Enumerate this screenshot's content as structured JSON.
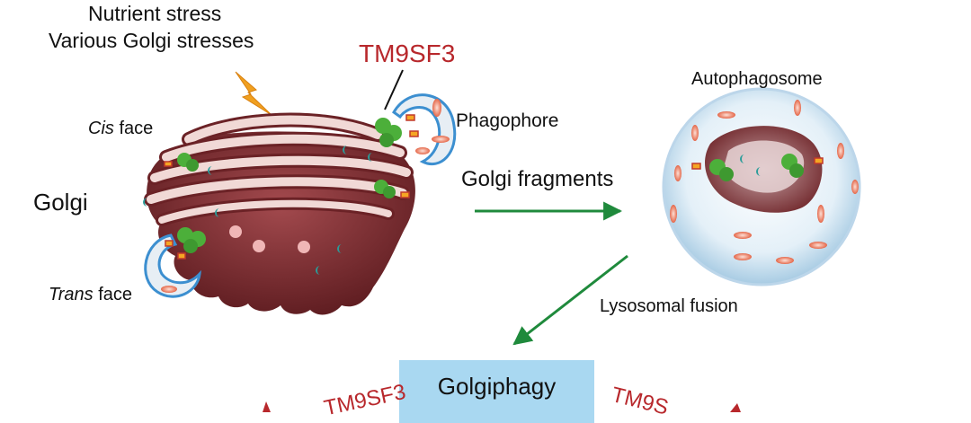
{
  "labels": {
    "stress_line1": "Nutrient stress",
    "stress_line2": "Various Golgi stresses",
    "tm9sf3": "TM9SF3",
    "cis_italic": "Cis",
    "face": " face",
    "golgi": "Golgi",
    "trans_italic": "Trans",
    "phagophore": "Phagophore",
    "golgi_fragments": "Golgi fragments",
    "autophagosome": "Autophagosome",
    "lysosomal_fusion": "Lysosomal fusion",
    "golgiphagy": "Golgiphagy",
    "tm9sf3_partial_left": "TM9SF3",
    "tm9sf3_partial_right": "TM9S"
  },
  "colors": {
    "arrow": "#1f8a3c",
    "tm9sf3_text": "#b8282c",
    "golgi_body": "#7a2a2e",
    "cisterna": "#f1d9d6",
    "receptor": "#4caf3a",
    "lightning": "#f0a020",
    "vesicle": "#d9e9f5",
    "golgiphagy_box": "#a9d8f1"
  }
}
